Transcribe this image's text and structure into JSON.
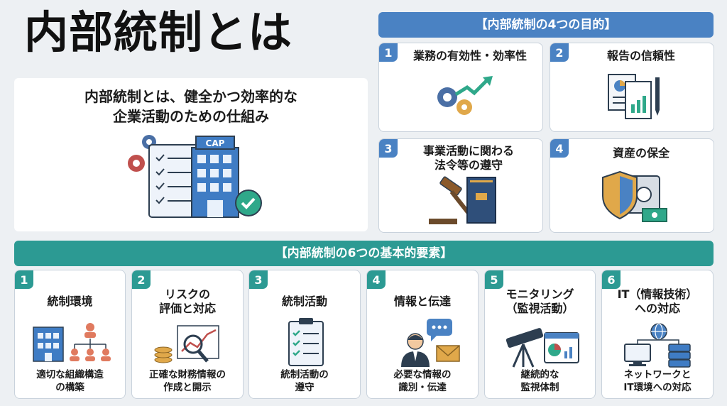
{
  "title": "内部統制とは",
  "definition": {
    "line1": "内部統制とは、健全かつ効率的な",
    "line2": "企業活動のための仕組み",
    "building_label": "CAP"
  },
  "purposes": {
    "header": "【内部統制の4つの目的】",
    "items": [
      {
        "num": "1",
        "label": "業務の有効性・効率性",
        "icon": "gears-growth-icon"
      },
      {
        "num": "2",
        "label": "報告の信頼性",
        "icon": "report-documents-icon"
      },
      {
        "num": "3",
        "label": "事業活動に関わる\n法令等の遵守",
        "icon": "gavel-law-book-icon"
      },
      {
        "num": "4",
        "label": "資産の保全",
        "icon": "shield-safe-icon"
      }
    ]
  },
  "elements": {
    "header": "【内部統制の6つの基本的要素】",
    "items": [
      {
        "num": "1",
        "title": "統制環境",
        "caption": "適切な組織構造\nの構築",
        "icon": "organization-icon"
      },
      {
        "num": "2",
        "title": "リスクの\n評価と対応",
        "caption": "正確な財務情報の\n作成と開示",
        "icon": "risk-analysis-icon"
      },
      {
        "num": "3",
        "title": "統制活動",
        "caption": "統制活動の\n遵守",
        "icon": "checklist-icon"
      },
      {
        "num": "4",
        "title": "情報と伝達",
        "caption": "必要な情報の\n識別・伝達",
        "icon": "communication-icon"
      },
      {
        "num": "5",
        "title": "モニタリング\n（監視活動）",
        "caption": "継続的な\n監視体制",
        "icon": "telescope-monitor-icon"
      },
      {
        "num": "6",
        "title": "IT（情報技術）\nへの対応",
        "caption": "ネットワークと\nIT環境への対応",
        "icon": "network-server-icon"
      }
    ]
  },
  "colors": {
    "purpose_header": "#4a82c3",
    "elements_header": "#2c9a93",
    "check": "#2fa88a"
  }
}
